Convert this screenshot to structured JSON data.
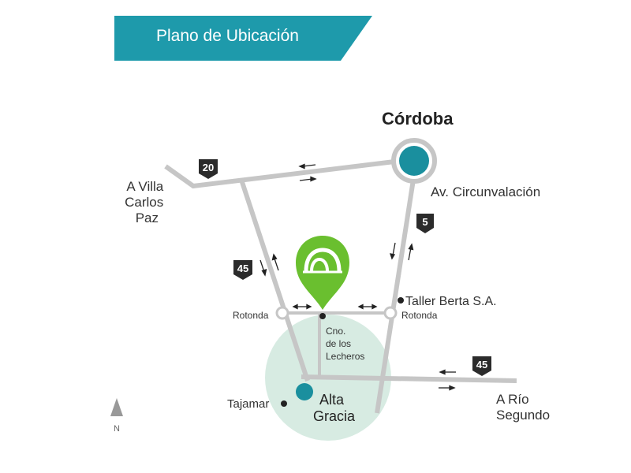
{
  "title": "Plano de Ubicación",
  "colors": {
    "banner": "#1e9aab",
    "road": "#c6c6c6",
    "teal": "#1a8f9e",
    "green_pin": "#6abf2f",
    "circle_area": "#d7ebe2",
    "shield": "#2b2b2b",
    "text": "#333333"
  },
  "places": {
    "cordoba": "Córdoba",
    "circunvalacion": "Av. Circunvalación",
    "villa_carlos_paz": [
      "A Villa",
      "Carlos",
      "Paz"
    ],
    "taller_berta": "Taller Berta S.A.",
    "rotonda_left": "Rotonda",
    "rotonda_right": "Rotonda",
    "camino": [
      "Cno.",
      "de los",
      "Lecheros"
    ],
    "alta_gracia": [
      "Alta",
      "Gracia"
    ],
    "tajamar": "Tajamar",
    "rio_segundo": [
      "A Río",
      "Segundo"
    ]
  },
  "routes": {
    "r20": "20",
    "r5": "5",
    "r45_left": "45",
    "r45_right": "45"
  },
  "compass": "N",
  "icons": {
    "location_pin": "map-pin-icon",
    "compass": "north-arrow-icon"
  }
}
